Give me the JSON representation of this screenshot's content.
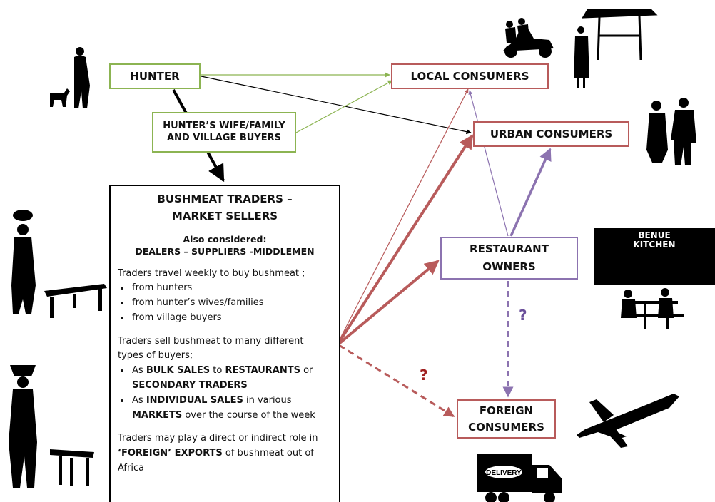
{
  "nodes": {
    "hunter": "HUNTER",
    "wife_line1": "HUNTER’S WIFE/FAMILY",
    "wife_line2": "AND VILLAGE BUYERS",
    "local": "LOCAL CONSUMERS",
    "urban": "URBAN CONSUMERS",
    "restaurant_line1": "RESTAURANT",
    "restaurant_line2": "OWNERS",
    "foreign_line1": "FOREIGN",
    "foreign_line2": "CONSUMERS"
  },
  "traders": {
    "title_line1": "BUSHMEAT TRADERS –",
    "title_line2": "MARKET SELLERS",
    "also_line1": "Also considered:",
    "also_line2": "DEALERS – SUPPLIERS -MIDDLEMEN",
    "p1": "Traders travel weekly to buy bushmeat ;",
    "p1_items": [
      "from hunters",
      "from hunter’s wives/families",
      "from village buyers"
    ],
    "p2": "Traders sell bushmeat to many different types of buyers;",
    "p2_item1_a": "As ",
    "p2_item1_b": "BULK SALES",
    "p2_item1_c": " to ",
    "p2_item1_d": "RESTAURANTS",
    "p2_item1_e": " or ",
    "p2_item1_f": "SECONDARY TRADERS",
    "p2_item2_a": "As ",
    "p2_item2_b": "INDIVIDUAL SALES",
    "p2_item2_c": " in various ",
    "p2_item2_d": "MARKETS",
    "p2_item2_e": " over the course of the week",
    "p3_a": "Traders may play a direct or indirect role in ",
    "p3_b": "‘FOREIGN’ EXPORTS",
    "p3_c": " of bushmeat out of Africa"
  },
  "question_mark": "?",
  "sign_line1": "BENUE",
  "sign_line2": "KITCHEN",
  "truck_label": "DELIVERY",
  "colors": {
    "green": "#8cb452",
    "red": "#b85b5b",
    "purple": "#8c73b0",
    "black": "#000000",
    "q_red": "#a02020",
    "q_purple": "#6a4f9a"
  }
}
